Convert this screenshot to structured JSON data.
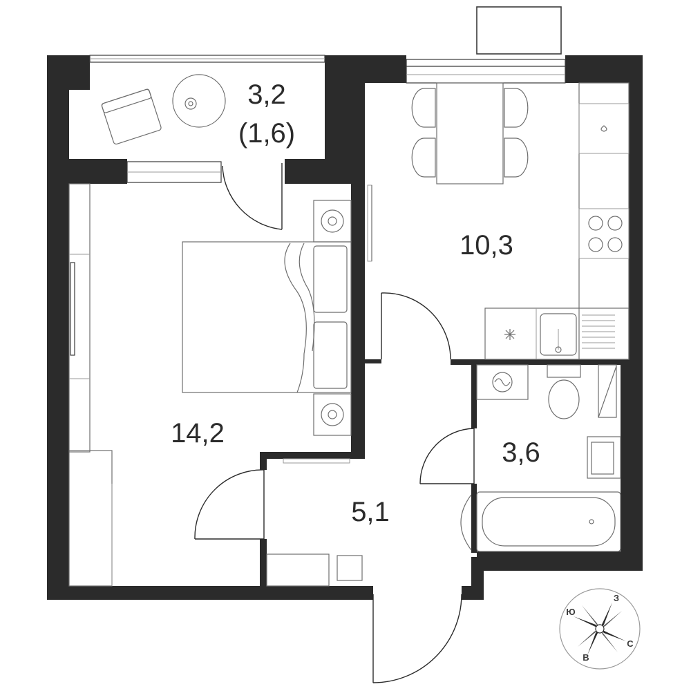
{
  "rooms": {
    "balcony": {
      "area": "3,2",
      "area_reduced": "(1,6)"
    },
    "kitchen": {
      "area": "10,3"
    },
    "bedroom": {
      "area": "14,2"
    },
    "hallway": {
      "area": "5,1"
    },
    "bathroom": {
      "area": "3,6"
    }
  },
  "compass": {
    "west": "З",
    "south": "Ю",
    "east": "В",
    "north": "С"
  },
  "colors": {
    "wall": "#2b2b2b",
    "furniture": "#6e6e6e",
    "background": "#ffffff"
  }
}
